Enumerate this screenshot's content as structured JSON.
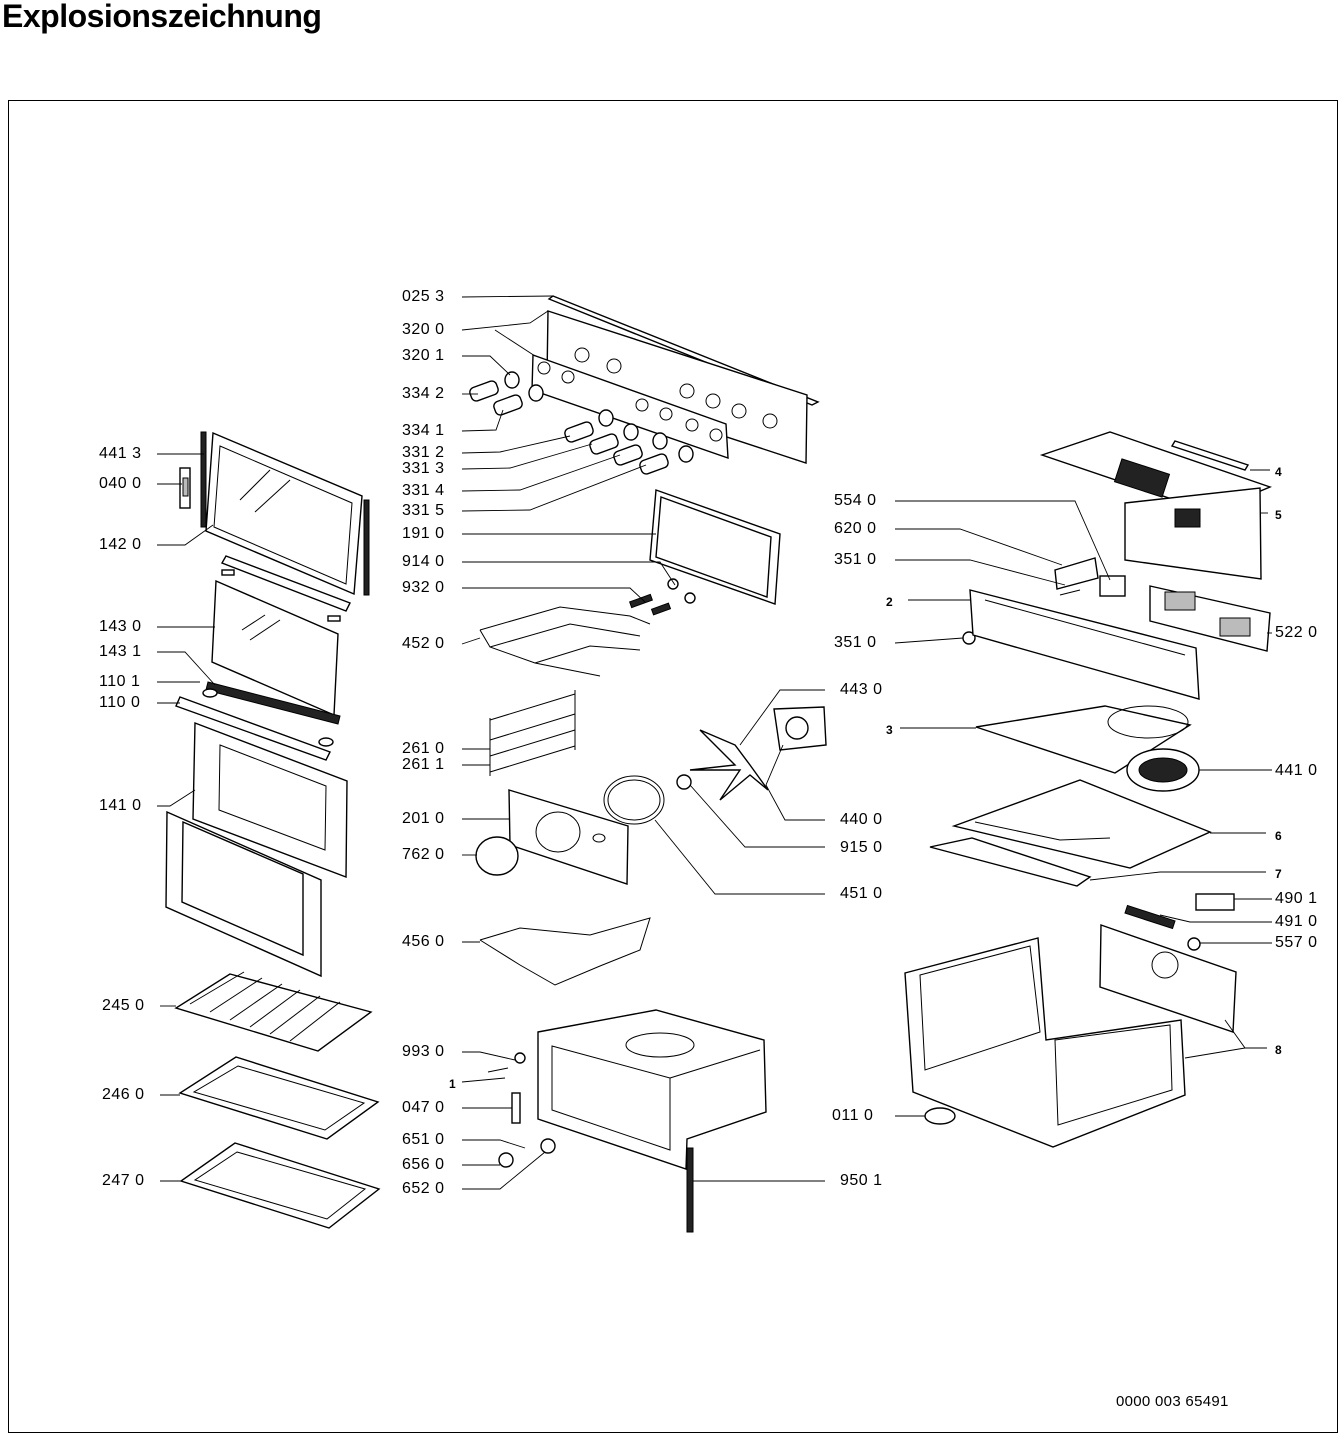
{
  "page_title": "Explosionszeichnung",
  "document_number": "0000 003 65491",
  "labels": [
    {
      "text": "025 3"
    },
    {
      "text": "320 0"
    },
    {
      "text": "320 1"
    },
    {
      "text": "334 2"
    },
    {
      "text": "334 1"
    },
    {
      "text": "331 2"
    },
    {
      "text": "331 3"
    },
    {
      "text": "331 4"
    },
    {
      "text": "331 5"
    },
    {
      "text": "441 3"
    },
    {
      "text": "040 0"
    },
    {
      "text": "142 0"
    },
    {
      "text": "191 0"
    },
    {
      "text": "914 0"
    },
    {
      "text": "932 0"
    },
    {
      "text": "452 0"
    },
    {
      "text": "143 0"
    },
    {
      "text": "143 1"
    },
    {
      "text": "110 1"
    },
    {
      "text": "110 0"
    },
    {
      "text": "261 0"
    },
    {
      "text": "261 1"
    },
    {
      "text": "141 0"
    },
    {
      "text": "201 0"
    },
    {
      "text": "762 0"
    },
    {
      "text": "456 0"
    },
    {
      "text": "245 0"
    },
    {
      "text": "246 0"
    },
    {
      "text": "247 0"
    },
    {
      "text": "993 0"
    },
    {
      "text": "1"
    },
    {
      "text": "047 0"
    },
    {
      "text": "651 0"
    },
    {
      "text": "656 0"
    },
    {
      "text": "652 0"
    },
    {
      "text": "554 0"
    },
    {
      "text": "620 0"
    },
    {
      "text": "351 0"
    },
    {
      "text": "2"
    },
    {
      "text": "351 0"
    },
    {
      "text": "443 0"
    },
    {
      "text": "3"
    },
    {
      "text": "441 0"
    },
    {
      "text": "440 0"
    },
    {
      "text": "915 0"
    },
    {
      "text": "451 0"
    },
    {
      "text": "6"
    },
    {
      "text": "7"
    },
    {
      "text": "490 1"
    },
    {
      "text": "491 0"
    },
    {
      "text": "557 0"
    },
    {
      "text": "8"
    },
    {
      "text": "011 0"
    },
    {
      "text": "950 1"
    },
    {
      "text": "4"
    },
    {
      "text": "5"
    },
    {
      "text": "522 0"
    }
  ]
}
